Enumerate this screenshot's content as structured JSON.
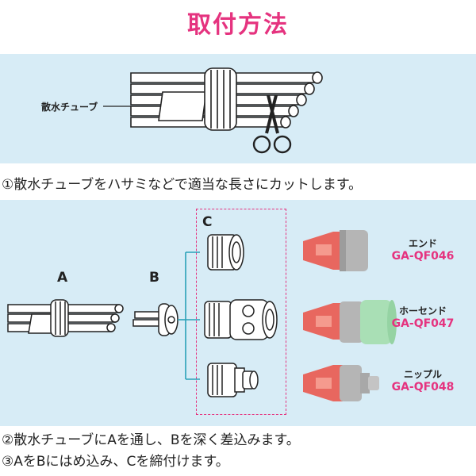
{
  "title": "取付方法",
  "tube_label": "散水チューブ",
  "step1": "①散水チューブをハサミなどで適当な長さにカットします。",
  "step2": "②散水チューブにAを通し、Bを深く差込みます。",
  "step3": "③AをBにはめ込み、Cを締付けます。",
  "parts": {
    "a": "A",
    "b": "B",
    "c": "C"
  },
  "products": [
    {
      "name": "エンド",
      "code": "GA-QF046"
    },
    {
      "name": "ホーセンド",
      "code": "GA-QF047"
    },
    {
      "name": "ニップル",
      "code": "GA-QF048"
    }
  ],
  "colors": {
    "title_pink": "#e5337f",
    "panel_blue": "#d7ecf6",
    "connector_red": "#e8675f",
    "connector_gray": "#b5b5b5",
    "body_green": "#a9dfb5",
    "teal_line": "#2aa2b8"
  }
}
